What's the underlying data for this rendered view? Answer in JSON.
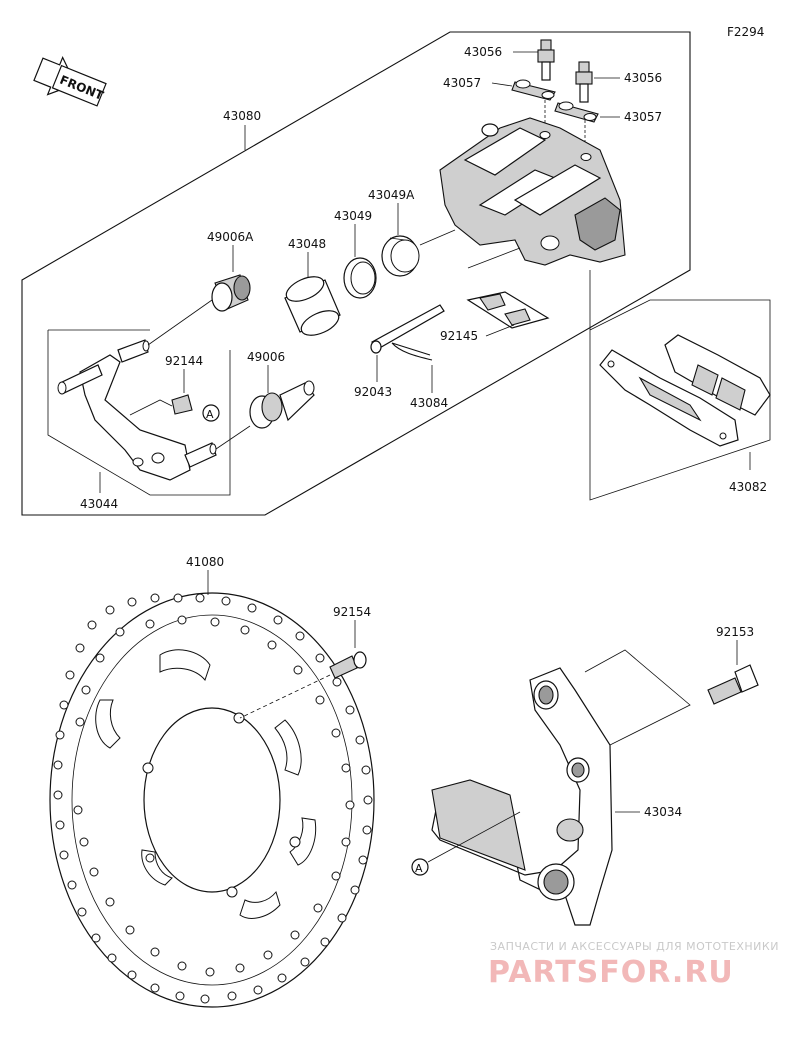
{
  "figure_code": "F2294",
  "front_label": "FRONT",
  "callout_marker": "A",
  "parts": {
    "p43056a": "43056",
    "p43056b": "43056",
    "p43057a": "43057",
    "p43057b": "43057",
    "p43080": "43080",
    "p49006a": "49006A",
    "p43048": "43048",
    "p43049": "43049",
    "p43049a": "43049A",
    "p92144": "92144",
    "p49006": "49006",
    "p92145": "92145",
    "p92043": "92043",
    "p43084": "43084",
    "p43044": "43044",
    "p43082": "43082",
    "p41080": "41080",
    "p92154": "92154",
    "p92153": "92153",
    "p43034": "43034"
  },
  "watermark": {
    "tagline": "ЗАПЧАСТИ И АКСЕССУАРЫ ДЛЯ МОТОТЕХНИКИ",
    "brand": "PARTSFOR.RU"
  }
}
